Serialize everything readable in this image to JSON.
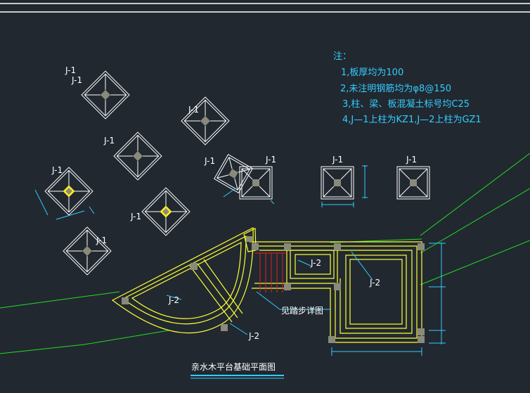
{
  "notes": {
    "heading": "注：",
    "items": [
      "1,板厚均为100",
      "2,未注明钢筋均为φ8@150",
      "3,柱、梁、板混凝土标号均C25",
      "4,J—1上柱为KZ1,J—2上柱为GZ1"
    ]
  },
  "footings": {
    "j1_label": "J-1",
    "j2_label": "J-2"
  },
  "stair_note": "见踏步详图",
  "drawing_title": "亲水木平台基础平面图",
  "colors": {
    "background": "#212830",
    "line_white": "#ffffff",
    "line_yellow": "#ffff33",
    "line_cyan": "#33ccff",
    "line_green": "#22dd22",
    "line_red": "#dd2222",
    "column_gray": "#8a8a7a",
    "column_yellow": "#ffee22"
  }
}
